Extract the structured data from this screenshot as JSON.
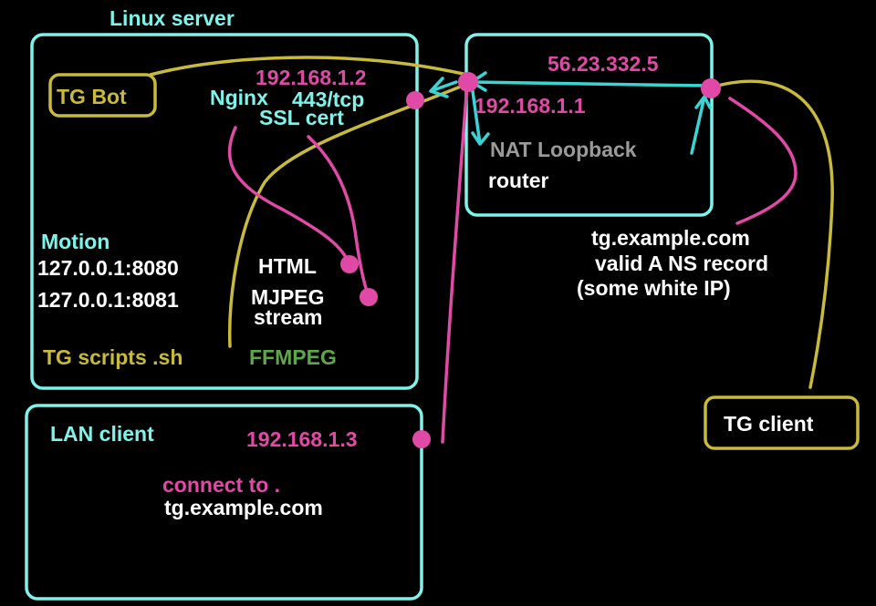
{
  "colors": {
    "background": "#000000",
    "box_cyan": "#7ff3ea",
    "arrow_cyan": "#3ad4d4",
    "pink": "#e04aa6",
    "olive": "#c8ba3a",
    "green": "#5da64a",
    "gray": "#9a9a9a",
    "white": "#ffffff"
  },
  "linux_server": {
    "title": "Linux server",
    "tg_bot": "TG Bot",
    "ip": "192.168.1.2",
    "nginx": "Nginx",
    "port": "443/tcp",
    "ssl": "SSL cert",
    "motion": "Motion",
    "motion_addr_1": "127.0.0.1:8080",
    "motion_addr_2": "127.0.0.1:8081",
    "html": "HTML",
    "mjpeg": "MJPEG",
    "stream": "stream",
    "tg_scripts": "TG scripts .sh",
    "ffmpeg": "FFMPEG"
  },
  "router": {
    "public_ip": "56.23.332.5",
    "lan_ip": "192.168.1.1",
    "nat": "NAT Loopback",
    "label": "router"
  },
  "dns": {
    "domain": "tg.example.com",
    "record": "valid A NS record",
    "note": "(some white IP)"
  },
  "tg_client": {
    "label": "TG client"
  },
  "lan_client": {
    "title": "LAN client",
    "ip": "192.168.1.3",
    "connect": "connect to .",
    "domain": "tg.example.com"
  }
}
